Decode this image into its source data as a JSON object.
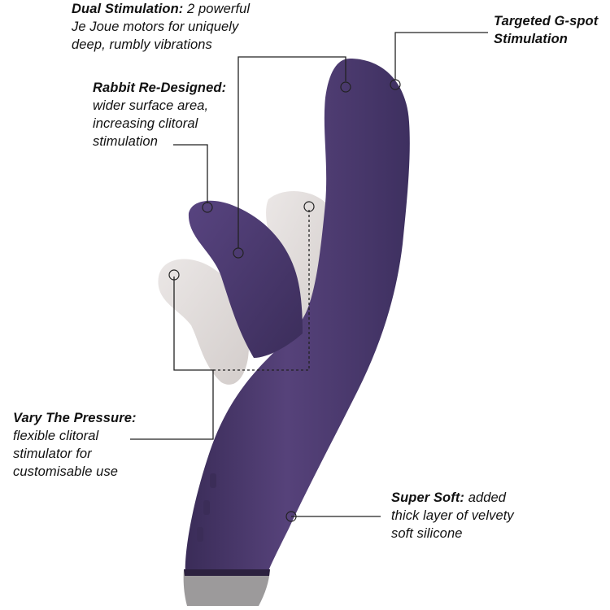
{
  "callouts": {
    "dual": {
      "title": "Dual Stimulation:",
      "first_line_rest": " 2 powerful",
      "lines": [
        "Je Joue motors for uniquely",
        "deep, rumbly vibrations"
      ]
    },
    "gspot": {
      "lines": [
        "Targeted G-spot",
        "Stimulation"
      ]
    },
    "rabbit": {
      "title": "Rabbit Re-Designed:",
      "lines": [
        "wider surface area,",
        "increasing clitoral",
        "stimulation"
      ]
    },
    "vary": {
      "title": "Vary The Pressure:",
      "lines": [
        "flexible clitoral",
        "stimulator for",
        "customisable use"
      ]
    },
    "soft": {
      "title": "Super Soft:",
      "first_line_rest": " added",
      "lines": [
        "thick layer of velvety",
        "soft silicone"
      ]
    }
  },
  "colors": {
    "body": "#4b3a6e",
    "body_dark": "#2f2447",
    "body_light": "#6a5690",
    "ghost": "#ddd8d6",
    "leader_line": "#222222"
  }
}
